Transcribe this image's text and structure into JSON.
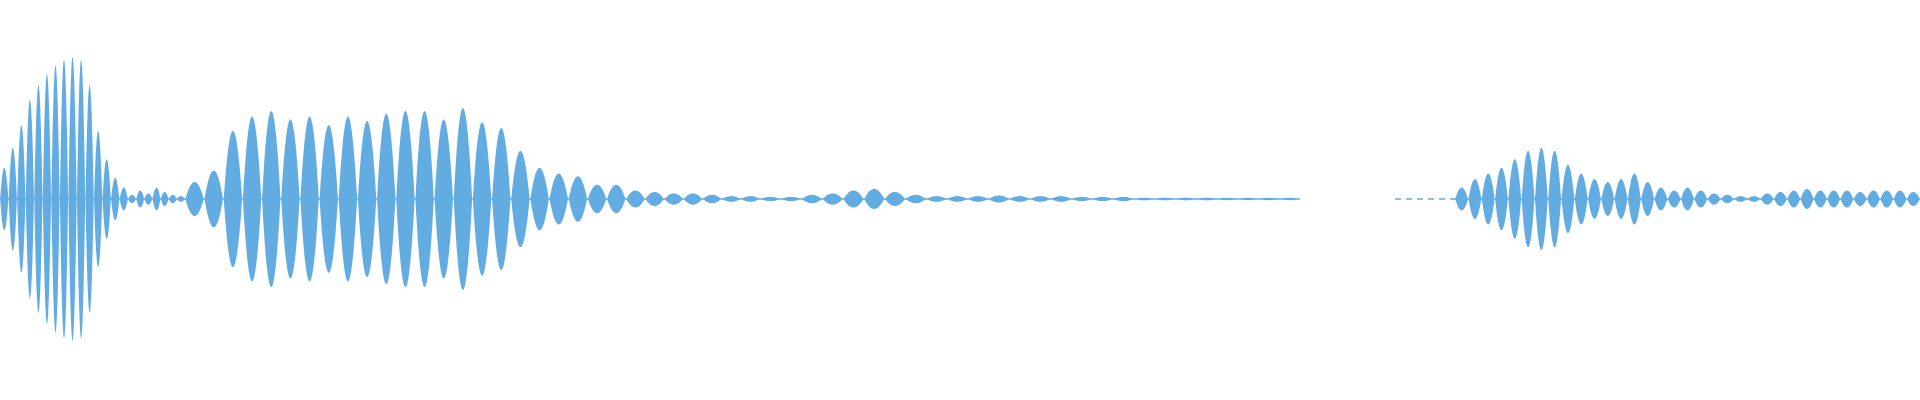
{
  "waveform": {
    "color": "#62ace2",
    "background": "#ffffff",
    "segments": [
      {
        "name": "burst-1",
        "lobes": [
          0.22,
          0.36,
          0.52,
          0.7,
          0.8,
          0.88,
          0.94,
          0.98,
          1.0,
          0.98,
          0.8,
          0.48,
          0.28,
          0.15,
          0.08
        ]
      },
      {
        "name": "tail-1",
        "lobes": [
          0.03,
          0.06,
          0.04,
          0.08,
          0.05,
          0.03,
          0.02
        ]
      },
      {
        "name": "burst-2",
        "lobes": [
          0.12,
          0.2,
          0.48,
          0.58,
          0.62,
          0.56,
          0.58,
          0.52,
          0.58,
          0.55,
          0.6,
          0.62,
          0.62,
          0.56,
          0.64,
          0.54,
          0.5,
          0.34,
          0.22,
          0.18,
          0.16,
          0.1,
          0.1,
          0.06,
          0.05,
          0.04,
          0.04,
          0.03,
          0.02,
          0.02
        ]
      },
      {
        "name": "tail-2",
        "lobes": [
          0.015,
          0.015,
          0.03,
          0.04,
          0.06,
          0.07,
          0.05,
          0.03,
          0.02,
          0.02,
          0.02,
          0.025,
          0.02,
          0.02,
          0.02,
          0.015,
          0.015,
          0.015,
          0.01,
          0.01,
          0.01,
          0.01,
          0.008,
          0.008,
          0.006,
          0.006
        ]
      },
      {
        "name": "burst-3",
        "lobes": [
          0.08,
          0.14,
          0.18,
          0.22,
          0.28,
          0.34,
          0.36,
          0.34,
          0.24,
          0.18,
          0.14,
          0.12,
          0.14,
          0.18,
          0.12,
          0.08,
          0.06,
          0.08,
          0.06,
          0.04,
          0.03,
          0.02,
          0.02,
          0.04,
          0.05,
          0.06,
          0.07,
          0.06,
          0.06,
          0.06,
          0.05,
          0.06,
          0.06,
          0.06,
          0.05
        ]
      }
    ]
  }
}
